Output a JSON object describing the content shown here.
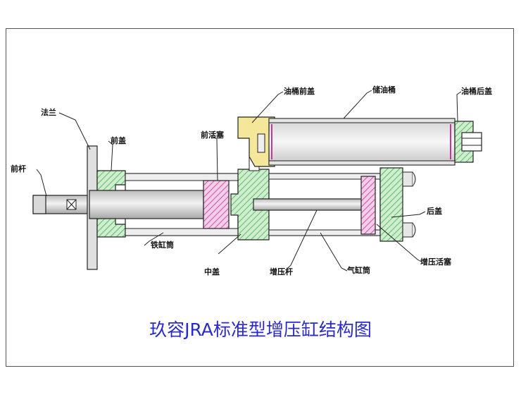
{
  "labels": {
    "falan": "法兰",
    "qiangai": "前盖",
    "qiangan": "前杆",
    "qianhuosai": "前活塞",
    "youtongqiangai": "油桶前盖",
    "chuyoutong": "储油桶",
    "youtonghougai": "油桶后盖",
    "hougai": "后盖",
    "zengyahuosai": "增压活塞",
    "qigangtong": "气缸筒",
    "zengyagan": "增压杆",
    "zhonggai": "中盖",
    "tiegangtong": "铁缸筒"
  },
  "caption": "玖容JRA标准型增压缸结构图",
  "colors": {
    "hatch_green": "#3fae49",
    "fill_green": "#cfeecf",
    "hatch_magenta": "#c0389a",
    "fill_magenta": "#f4cde8",
    "cap_yellow": "#f5e79a",
    "caption_blue": "#2a2ac8",
    "line": "#222222"
  }
}
